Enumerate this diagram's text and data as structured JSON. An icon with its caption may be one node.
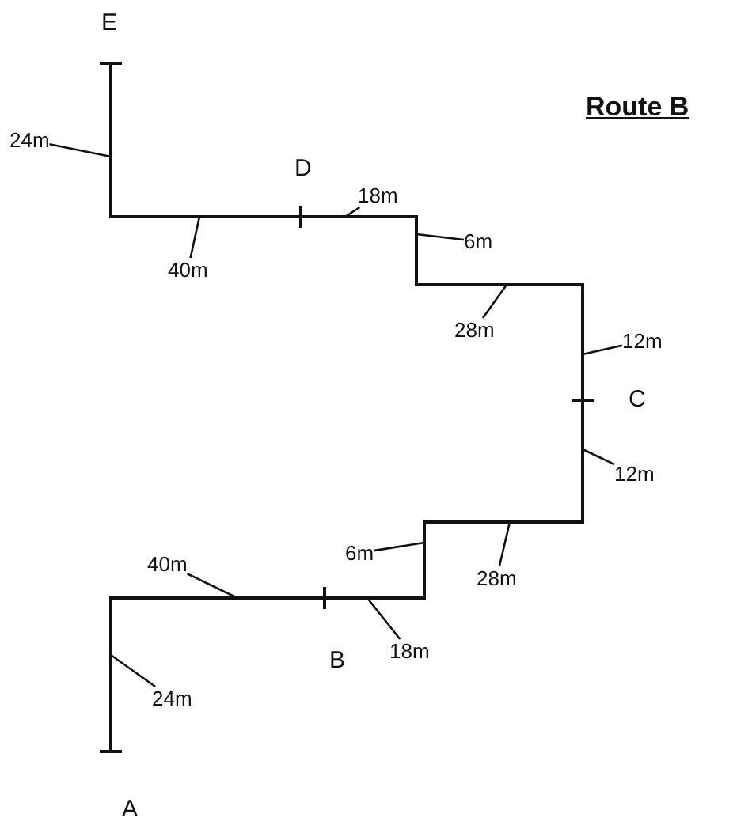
{
  "diagram": {
    "title": "Route B",
    "nodes": [
      {
        "text": [
          "24m"
        ]
      },
      {
        "text": [
          "18m"
        ]
      },
      {
        "text": [
          "6m"
        ]
      },
      {
        "text": [
          "40m"
        ]
      },
      {
        "text": [
          "28m"
        ]
      },
      {
        "text": [
          "12m"
        ]
      },
      {
        "text": [
          "12m"
        ]
      },
      {
        "text": [
          "6m"
        ]
      },
      {
        "text": [
          "40m"
        ]
      },
      {
        "text": [
          "28m"
        ]
      },
      {
        "text": [
          "18m"
        ]
      },
      {
        "text": [
          "24m"
        ]
      }
    ],
    "edges": [
      {
        "from": 0,
        "to": null,
        "arrow": "none"
      },
      {
        "from": 1,
        "to": null,
        "arrow": "none"
      },
      {
        "from": 2,
        "to": null,
        "arrow": "none"
      },
      {
        "from": 3,
        "to": null,
        "arrow": "none"
      },
      {
        "from": 4,
        "to": null,
        "arrow": "none"
      },
      {
        "from": 5,
        "to": null,
        "arrow": "none"
      },
      {
        "from": 6,
        "to": null,
        "arrow": "none"
      },
      {
        "from": 7,
        "to": null,
        "arrow": "none"
      },
      {
        "from": 8,
        "to": null,
        "arrow": "none"
      },
      {
        "from": 9,
        "to": null,
        "arrow": "none"
      },
      {
        "from": 10,
        "to": null,
        "arrow": "none"
      },
      {
        "from": 11,
        "to": null,
        "arrow": "none"
      }
    ],
    "labels": [
      "E",
      "D",
      "C",
      "B",
      "A"
    ]
  }
}
